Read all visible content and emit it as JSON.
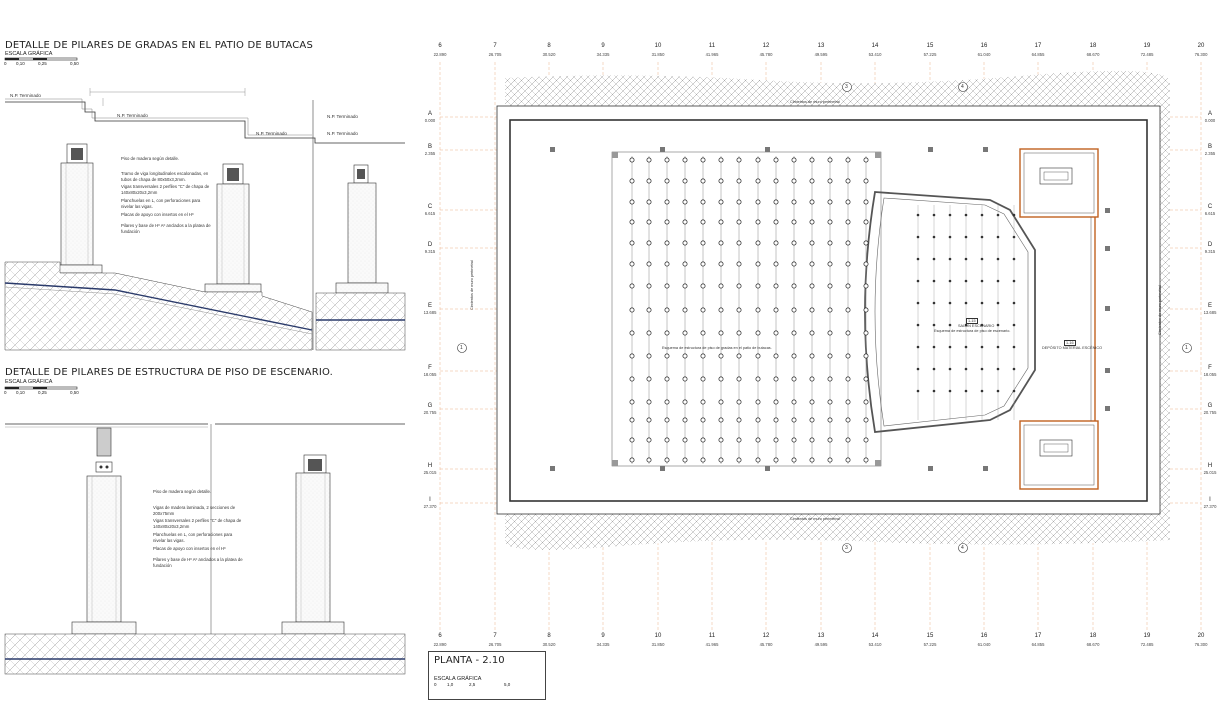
{
  "detail_top": {
    "title": "DETALLE DE PILARES DE GRADAS EN EL PATIO DE BUTACAS",
    "scale_label": "ESCALA GRÁFICA",
    "scale_values": [
      "0",
      "0,10",
      "0,25",
      "0,50"
    ],
    "level_labels": [
      "N.P. Terminado",
      "N.P. Terminado",
      "N.P. Terminado",
      "N.P. Terminado",
      "N.P. Terminado"
    ],
    "notes": [
      "Piso de madera según detalle.",
      "Tramo de viga longitudinales escalonadas, en tubos de chapa de 80x50x3,2mm.",
      "Vigas transversales 2 perfiles \"C\" de chapa de 140x80x20x3,2mm",
      "Planchuelas en L, con perforaciones para nivelar las vigas.",
      "Placas de apoyo con insertos en el Hº",
      "Pilares y base de Hº Aº anclados a la platea de fundación"
    ]
  },
  "detail_bottom": {
    "title": "DETALLE DE PILARES DE ESTRUCTURA DE PISO DE ESCENARIO.",
    "scale_label": "ESCALA GRÁFICA",
    "scale_values": [
      "0",
      "0,10",
      "0,25",
      "0,50"
    ],
    "notes": [
      "Piso de madera según detalle.",
      "Vigas de madera laminada, 2 secciones de 200x75mm",
      "Vigas transversales 2 perfiles \"C\" de chapa de 140x80x20x3,2mm",
      "Planchuelas en L, con perforaciones para nivelar las vigas.",
      "Placas de apoyo con insertos en el Hº",
      "Pilares y base de Hº Aº anclados a la platea de fundación"
    ]
  },
  "plan": {
    "columns": [
      {
        "num": "6",
        "dim": "22.890"
      },
      {
        "num": "7",
        "dim": "26.705"
      },
      {
        "num": "8",
        "dim": "30.520"
      },
      {
        "num": "9",
        "dim": "34.335"
      },
      {
        "num": "10",
        "dim": "31.850"
      },
      {
        "num": "11",
        "dim": "41.965"
      },
      {
        "num": "12",
        "dim": "45.780"
      },
      {
        "num": "13",
        "dim": "49.595"
      },
      {
        "num": "14",
        "dim": "53.410"
      },
      {
        "num": "15",
        "dim": "57.225"
      },
      {
        "num": "16",
        "dim": "61.040"
      },
      {
        "num": "17",
        "dim": "64.855"
      },
      {
        "num": "18",
        "dim": "68.670"
      },
      {
        "num": "19",
        "dim": "72.485"
      },
      {
        "num": "20",
        "dim": "76.300"
      }
    ],
    "rows": [
      {
        "letter": "A",
        "dim": "0.000"
      },
      {
        "letter": "B",
        "dim": "2.355"
      },
      {
        "letter": "C",
        "dim": "6.615"
      },
      {
        "letter": "D",
        "dim": "9.315"
      },
      {
        "letter": "E",
        "dim": "13.685"
      },
      {
        "letter": "F",
        "dim": "18.055"
      },
      {
        "letter": "G",
        "dim": "20.755"
      },
      {
        "letter": "H",
        "dim": "25.015"
      },
      {
        "letter": "I",
        "dim": "27.370"
      }
    ],
    "section_marks": [
      "3",
      "4",
      "3",
      "4",
      "1",
      "1"
    ],
    "labels": {
      "top_wall": "Cimientos de muro perimetral",
      "bottom_wall": "Cimientos de muro perimetral",
      "left_wall": "Cimientos de muro perimetral",
      "right_wall": "Cimientos de muro perimetral",
      "patio": "Esquema de estructura de piso de gradas en el patio de butacas.",
      "stage_code": "1-15",
      "stage_name": "SALÓN ESCENARIO",
      "stage_desc": "Esquema de estructura de piso de escenario.",
      "deposit_code": "1-16",
      "deposit_name": "DEPÓSITO MATERIAL ESCÉNICO"
    },
    "stamp": {
      "title": "PLANTA - 2.10",
      "scale_label": "ESCALA GRÁFICA",
      "scale_values": [
        "0",
        "1,0",
        "2,5",
        "5,0"
      ]
    }
  }
}
